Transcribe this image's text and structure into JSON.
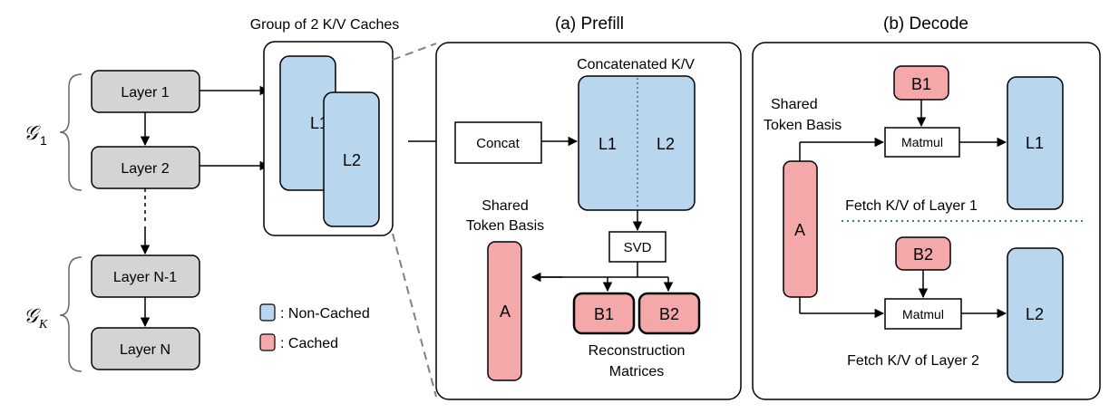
{
  "layers": {
    "layer1": "Layer 1",
    "layer2": "Layer 2",
    "layerN1": "Layer N-1",
    "layerN": "Layer N"
  },
  "groups": {
    "g1_symbol": "𝒢",
    "g1_sub": "1",
    "gk_symbol": "𝒢",
    "gk_sub": "K"
  },
  "cache_group": {
    "title": "Group of 2 K/V Caches",
    "l1": "L1",
    "l2": "L2"
  },
  "legend": {
    "non_cached": ": Non-Cached",
    "cached": ": Cached"
  },
  "prefill": {
    "title": "(a) Prefill",
    "concat": "Concat",
    "concatenated_label": "Concatenated K/V",
    "l1": "L1",
    "l2": "L2",
    "svd": "SVD",
    "shared_basis_line1": "Shared",
    "shared_basis_line2": "Token Basis",
    "a": "A",
    "b1": "B1",
    "b2": "B2",
    "recon_line1": "Reconstruction",
    "recon_line2": "Matrices"
  },
  "decode": {
    "title": "(b) Decode",
    "shared_basis_line1": "Shared",
    "shared_basis_line2": "Token Basis",
    "a": "A",
    "b1": "B1",
    "b2": "B2",
    "matmul1": "Matmul",
    "matmul2": "Matmul",
    "l1": "L1",
    "l2": "L2",
    "fetch1": "Fetch K/V of Layer 1",
    "fetch2": "Fetch K/V of Layer 2"
  },
  "colors": {
    "layer_fill": "#d4d4d4",
    "non_cached": "#b8d7ef",
    "cached": "#f4a8aa",
    "divider": "#2f7f8f"
  }
}
